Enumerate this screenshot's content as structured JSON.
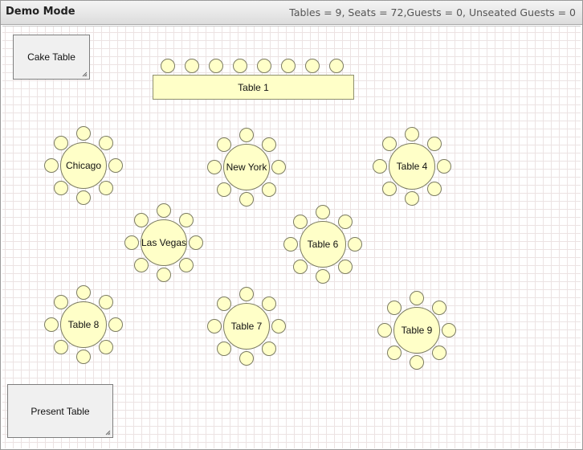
{
  "app": {
    "title": "Demo Mode"
  },
  "stats": {
    "text": "Tables = 9, Seats = 72,Guests = 0, Unseated Guests = 0"
  },
  "special_tables": {
    "cake": {
      "label": "Cake Table"
    },
    "present": {
      "label": "Present Table"
    }
  },
  "tables": {
    "table1": {
      "label": "Table 1",
      "seats": 8,
      "shape": "rectangle"
    },
    "chicago": {
      "label": "Chicago",
      "seats": 8,
      "shape": "round"
    },
    "new_york": {
      "label": "New York",
      "seats": 8,
      "shape": "round"
    },
    "table4": {
      "label": "Table 4",
      "seats": 8,
      "shape": "round"
    },
    "las_vegas": {
      "label": "Las Vegas",
      "seats": 8,
      "shape": "round"
    },
    "table6": {
      "label": "Table 6",
      "seats": 8,
      "shape": "round"
    },
    "table8": {
      "label": "Table 8",
      "seats": 8,
      "shape": "round"
    },
    "table7": {
      "label": "Table 7",
      "seats": 8,
      "shape": "round"
    },
    "table9": {
      "label": "Table 9",
      "seats": 8,
      "shape": "round"
    }
  },
  "colors": {
    "table_fill": "#ffffc8",
    "grid_line": "#ece3e3",
    "box_fill": "#f0f0f0"
  }
}
